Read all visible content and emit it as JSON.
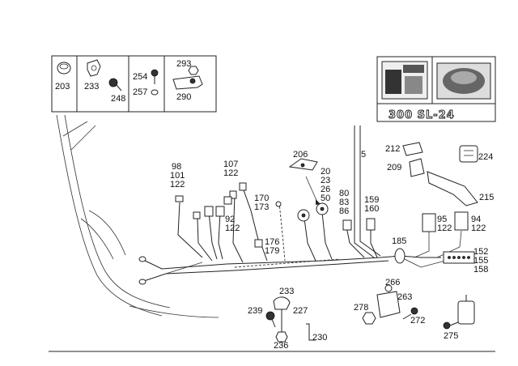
{
  "model_badge": "300 SL-24",
  "legend_box": {
    "cells": [
      {
        "id": "c1",
        "labels": [
          "203"
        ]
      },
      {
        "id": "c2",
        "labels": [
          "233",
          "248"
        ]
      },
      {
        "id": "c3",
        "labels": [
          "254",
          "257"
        ]
      },
      {
        "id": "c4",
        "labels": [
          "293",
          "290"
        ]
      }
    ]
  },
  "callouts": {
    "c98": "98",
    "c101": "101",
    "c122a": "122",
    "c107": "107",
    "c122b": "122",
    "c170": "170",
    "c173": "173",
    "c92": "92",
    "c122c": "122",
    "c176": "176",
    "c179": "179",
    "c206": "206",
    "c20": "20",
    "c23": "23",
    "c26": "26",
    "c50": "50",
    "c5": "5",
    "c80": "80",
    "c83": "83",
    "c86": "86",
    "c159": "159",
    "c160": "160",
    "c212": "212",
    "c224": "224",
    "c209": "209",
    "c215": "215",
    "c95": "95",
    "c122d": "122",
    "c94": "94",
    "c122e": "122",
    "c185": "185",
    "c152": "152",
    "c155": "155",
    "c158": "158",
    "c266": "266",
    "c263": "263",
    "c278": "278",
    "c272": "272",
    "c275": "275",
    "c233b": "233",
    "c239": "239",
    "c227": "227",
    "c236": "236",
    "c230": "230"
  }
}
